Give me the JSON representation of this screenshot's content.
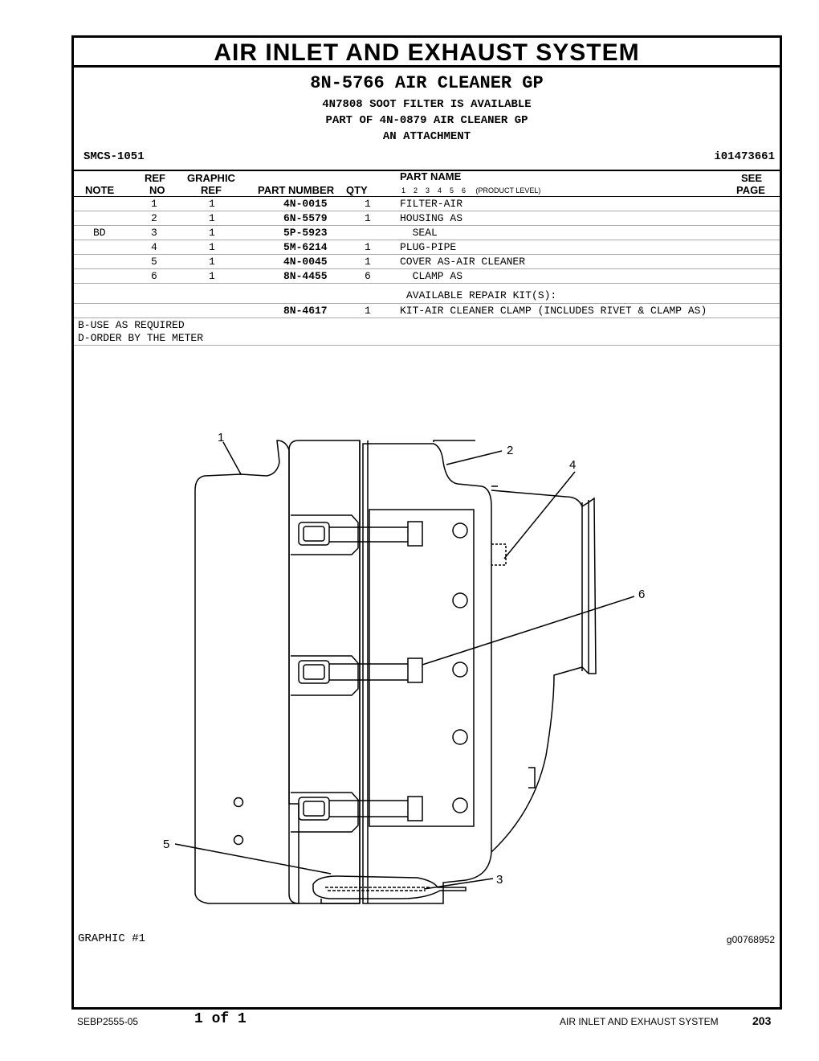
{
  "header": {
    "title": "AIR INLET AND EXHAUST SYSTEM",
    "group": "8N-5766 AIR CLEANER GP",
    "note_lines": [
      "4N7808 SOOT FILTER IS AVAILABLE",
      "PART OF 4N-0879 AIR CLEANER GP",
      "AN ATTACHMENT"
    ],
    "smcs": "SMCS-1051",
    "ident": "i01473661"
  },
  "columns": {
    "note": "NOTE",
    "ref_top": "REF",
    "ref_bottom": "NO",
    "graphic_top": "GRAPHIC",
    "graphic_bottom": "REF",
    "part_number": "PART NUMBER",
    "qty": "QTY",
    "part_name": "PART NAME",
    "levels": "1    2    3    4    5    6     (PRODUCT LEVEL)",
    "see_top": "SEE",
    "see_bottom": "PAGE"
  },
  "rows": [
    {
      "note": "",
      "ref": "1",
      "graphic": "1",
      "part": "4N-0015",
      "qty": "1",
      "name": "FILTER-AIR"
    },
    {
      "note": "",
      "ref": "2",
      "graphic": "1",
      "part": "6N-5579",
      "qty": "1",
      "name": "HOUSING AS"
    },
    {
      "note": "BD",
      "ref": "3",
      "graphic": "1",
      "part": "5P-5923",
      "qty": "",
      "name": "  SEAL"
    },
    {
      "note": "",
      "ref": "4",
      "graphic": "1",
      "part": "5M-6214",
      "qty": "1",
      "name": "PLUG-PIPE"
    },
    {
      "note": "",
      "ref": "5",
      "graphic": "1",
      "part": "4N-0045",
      "qty": "1",
      "name": "COVER AS-AIR CLEANER"
    },
    {
      "note": "",
      "ref": "6",
      "graphic": "1",
      "part": "8N-4455",
      "qty": "6",
      "name": "  CLAMP AS"
    }
  ],
  "repair_kit": {
    "heading": "AVAILABLE REPAIR KIT(S):",
    "part": "8N-4617",
    "qty": "1",
    "name": "KIT-AIR CLEANER CLAMP (INCLUDES RIVET & CLAMP AS)"
  },
  "notes": [
    "B-USE AS REQUIRED",
    "D-ORDER BY THE METER"
  ],
  "graphic": {
    "label": "GRAPHIC #1",
    "id": "g00768952",
    "callouts": [
      "1",
      "2",
      "3",
      "4",
      "5",
      "6"
    ]
  },
  "footer": {
    "doc": "SEBP2555-05",
    "page_of": "1 of 1",
    "section": "AIR INLET AND EXHAUST SYSTEM",
    "page": "203"
  }
}
